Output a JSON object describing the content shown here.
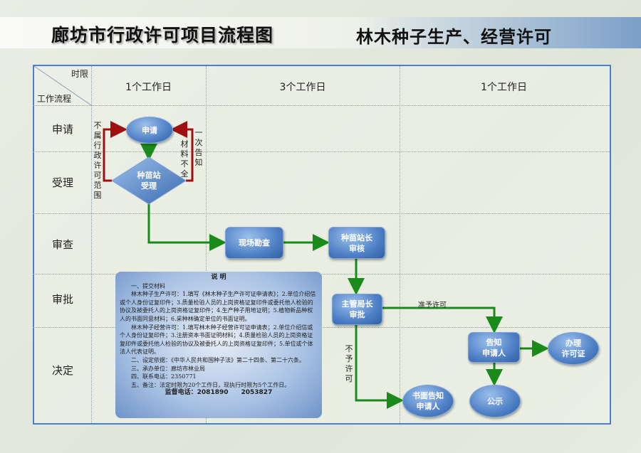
{
  "header": {
    "title": "廊坊市行政许可项目流程图",
    "subtitle": "林木种子生产、经营许可"
  },
  "table": {
    "corner_top": "时限",
    "corner_bottom": "工作流程",
    "columns": [
      "1个工作日",
      "3个工作日",
      "1个工作日"
    ],
    "rows": [
      "申请",
      "受理",
      "审查",
      "审批",
      "决定"
    ]
  },
  "nodes": {
    "apply": "申请",
    "accept": [
      "种苗站",
      "受理"
    ],
    "inspect": "现场勘查",
    "review": [
      "种苗站长",
      "审核"
    ],
    "approve": [
      "主管局长",
      "审批"
    ],
    "notify": [
      "告知",
      "申请人"
    ],
    "license": [
      "办理",
      "许可证"
    ],
    "publicize": "公示",
    "written_notice": [
      "书面告知",
      "申请人"
    ]
  },
  "edge_labels": {
    "out_of_scope": "不属行政许可范围",
    "incomplete": "材料不全",
    "notify_once": "一次告知",
    "granted": "准予许可",
    "denied": "不予许可"
  },
  "note": {
    "title": "说 明",
    "lines": [
      "一、提交材料",
      "林木种子生产许可：1.填写《林木种子生产许可证申请表》；2.单位介绍信或个人身份证复印件；3.质量检验人员的上岗资格证复印件或委托他人检验的协议及被委托人的上岗资格证复印件；4.生产种子用地证明；5.植物新品种权人的书面同意材料；6.采种林确定单位的书面证明。",
      "林木种子经营许可：1.填写林木种子经营许可证申请表；2.单位介绍信或个人身份证复印件；3.注册资本书面证明材料；4.质量检验人员的上岗资格证复印件或委托他人检验的协议及被委托人的上岗资格证复印件；5.单位或个体法人代表证明。",
      "二、设定依据：《中华人民共和国种子法》第二十四条、第二十六条。",
      "三、承办单位：廊坊市林业局",
      "四、联系电话：2350771",
      "五、备注：法定时限为20个工作日，现执行时限为5个工作日。"
    ],
    "hotline": "监督电话：2081890　　2053827"
  },
  "colors": {
    "frame": "#4a7ed0",
    "flow_arrow": "#1a8a1a",
    "return_arrow": "#a01010",
    "node": "#4f80c6"
  }
}
